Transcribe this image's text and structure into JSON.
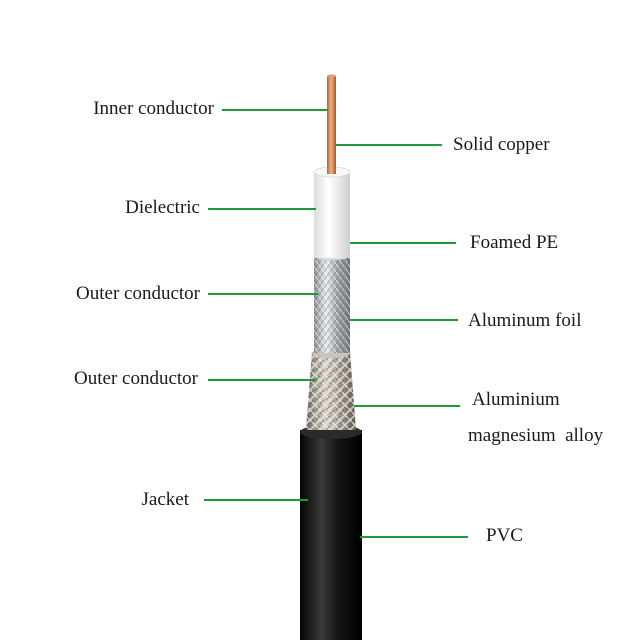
{
  "labels_left": [
    {
      "id": "inner-conductor",
      "text": "Inner conductor"
    },
    {
      "id": "dielectric",
      "text": "Dielectric"
    },
    {
      "id": "outer-conductor-1",
      "text": "Outer conductor"
    },
    {
      "id": "outer-conductor-2",
      "text": "Outer conductor"
    },
    {
      "id": "jacket",
      "text": "Jacket"
    }
  ],
  "labels_right": [
    {
      "id": "solid-copper",
      "text": "Solid copper"
    },
    {
      "id": "foamed-pe",
      "text": "Foamed PE"
    },
    {
      "id": "aluminum-foil",
      "text": "Aluminum foil"
    },
    {
      "id": "aluminium-line1",
      "text": "Aluminium"
    },
    {
      "id": "aluminium-line2",
      "text": "magnesium  alloy"
    },
    {
      "id": "pvc",
      "text": "PVC"
    }
  ],
  "colors": {
    "leader_line": "#1e9a3a",
    "copper": "#d98a55",
    "dielectric": "#f4f4f4",
    "foil": "#b8bcc2",
    "braid": "#a8a49a",
    "jacket": "#1c1c1c"
  }
}
